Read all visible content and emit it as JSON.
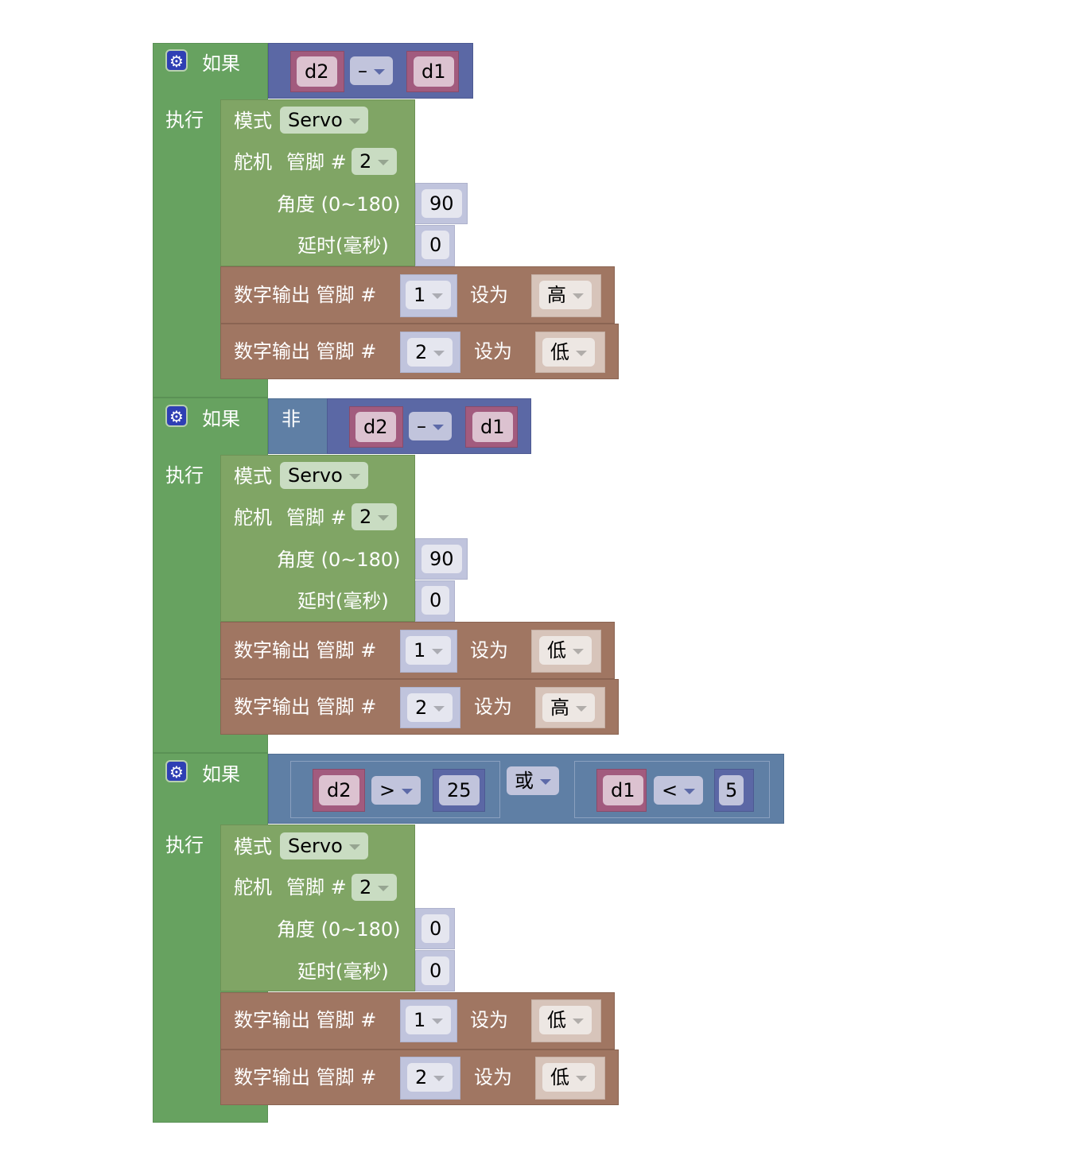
{
  "blocks": [
    {
      "if_label": "如果",
      "do_label": "执行",
      "condition": {
        "type": "math",
        "left": "d2",
        "operator": "–",
        "right": "d1"
      },
      "servo": {
        "mode_label": "模式",
        "mode_value": "Servo",
        "servo_label": "舵机",
        "pin_label": "管脚 #",
        "pin_value": "2",
        "angle_label": "角度 (0~180)",
        "angle_value": "90",
        "delay_label": "延时(毫秒)",
        "delay_value": "0"
      },
      "digital": [
        {
          "label": "数字输出 管脚 #",
          "pin": "1",
          "set_label": "设为",
          "level": "高"
        },
        {
          "label": "数字输出 管脚 #",
          "pin": "2",
          "set_label": "设为",
          "level": "低"
        }
      ]
    },
    {
      "if_label": "如果",
      "do_label": "执行",
      "condition": {
        "type": "not",
        "not_label": "非",
        "left": "d2",
        "operator": "–",
        "right": "d1"
      },
      "servo": {
        "mode_label": "模式",
        "mode_value": "Servo",
        "servo_label": "舵机",
        "pin_label": "管脚 #",
        "pin_value": "2",
        "angle_label": "角度 (0~180)",
        "angle_value": "90",
        "delay_label": "延时(毫秒)",
        "delay_value": "0"
      },
      "digital": [
        {
          "label": "数字输出 管脚 #",
          "pin": "1",
          "set_label": "设为",
          "level": "低"
        },
        {
          "label": "数字输出 管脚 #",
          "pin": "2",
          "set_label": "设为",
          "level": "高"
        }
      ]
    },
    {
      "if_label": "如果",
      "do_label": "执行",
      "condition": {
        "type": "or",
        "or_label": "或",
        "left": {
          "var": "d2",
          "op": ">",
          "num": "25"
        },
        "right": {
          "var": "d1",
          "op": "<",
          "num": "5"
        }
      },
      "servo": {
        "mode_label": "模式",
        "mode_value": "Servo",
        "servo_label": "舵机",
        "pin_label": "管脚 #",
        "pin_value": "2",
        "angle_label": "角度 (0~180)",
        "angle_value": "0",
        "delay_label": "延时(毫秒)",
        "delay_value": "0"
      },
      "digital": [
        {
          "label": "数字输出 管脚 #",
          "pin": "1",
          "set_label": "设为",
          "level": "低"
        },
        {
          "label": "数字输出 管脚 #",
          "pin": "2",
          "set_label": "设为",
          "level": "低"
        }
      ]
    }
  ],
  "icons": {
    "gear": "⚙"
  },
  "colors": {
    "if_block": "#67a260",
    "servo_block": "#80a565",
    "digital_block": "#a07662",
    "math_block": "#5b68a5",
    "logic_block": "#5f7fa5",
    "variable_block": "#a25b7e"
  }
}
